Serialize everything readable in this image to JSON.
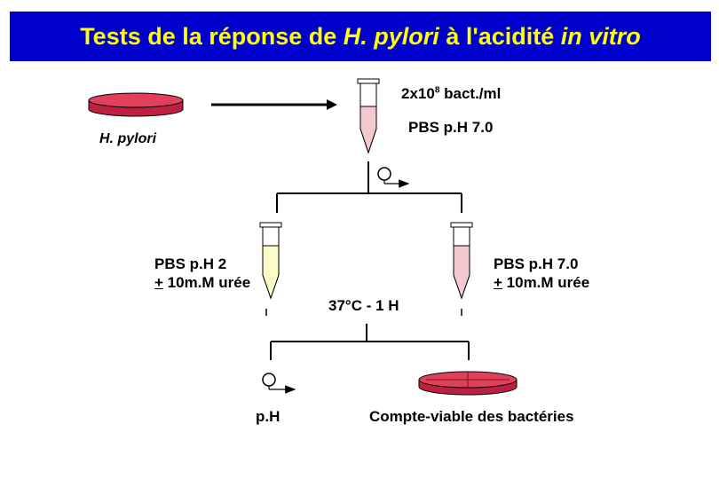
{
  "title": {
    "part1": "Tests de la réponse de ",
    "italic1": "H. pylori",
    "part2": " à l'acidité ",
    "italic2": "in vitro"
  },
  "labels": {
    "bacteria_count_base": "2x10",
    "bacteria_count_exp": "8",
    "bacteria_count_unit": " bact./ml",
    "pbs_start": "PBS  p.H 7.0",
    "organism": "H. pylori",
    "left_tube_line1": "PBS p.H 2",
    "left_tube_pm": "+",
    "left_tube_line2": " 10m.M urée",
    "right_tube_line1": "PBS p.H 7.0",
    "right_tube_pm": "+",
    "right_tube_line2": " 10m.M urée",
    "incubation": "37°C - 1 H",
    "ph": "p.H",
    "count": "Compte-viable des bactéries"
  },
  "colors": {
    "title_bg": "#0000cc",
    "title_text": "#ffff00",
    "dish_fill": "#e0405a",
    "tube_pink": "#f4c8cf",
    "tube_yellow": "#fdfbc8"
  }
}
